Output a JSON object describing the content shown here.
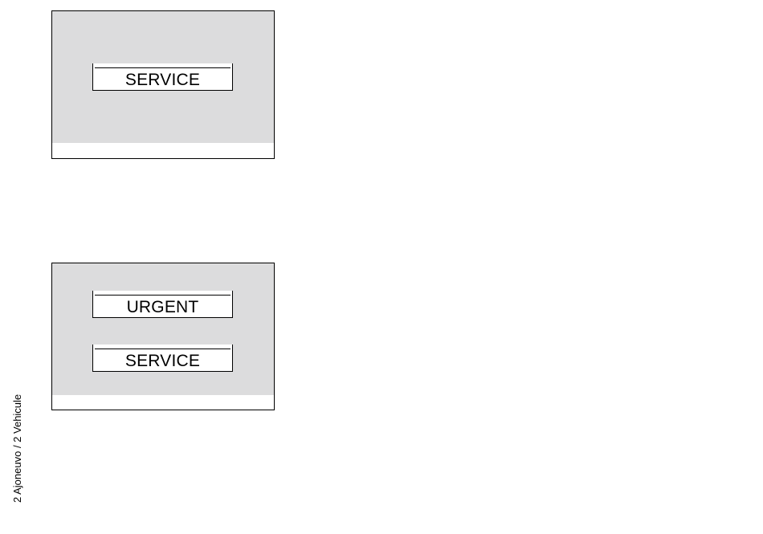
{
  "figure_1": {
    "labels": [
      "SERVICE"
    ]
  },
  "figure_2": {
    "labels": [
      "URGENT",
      "SERVICE"
    ]
  },
  "side_caption": "2 Ajoneuvo / 2 Vehicule"
}
